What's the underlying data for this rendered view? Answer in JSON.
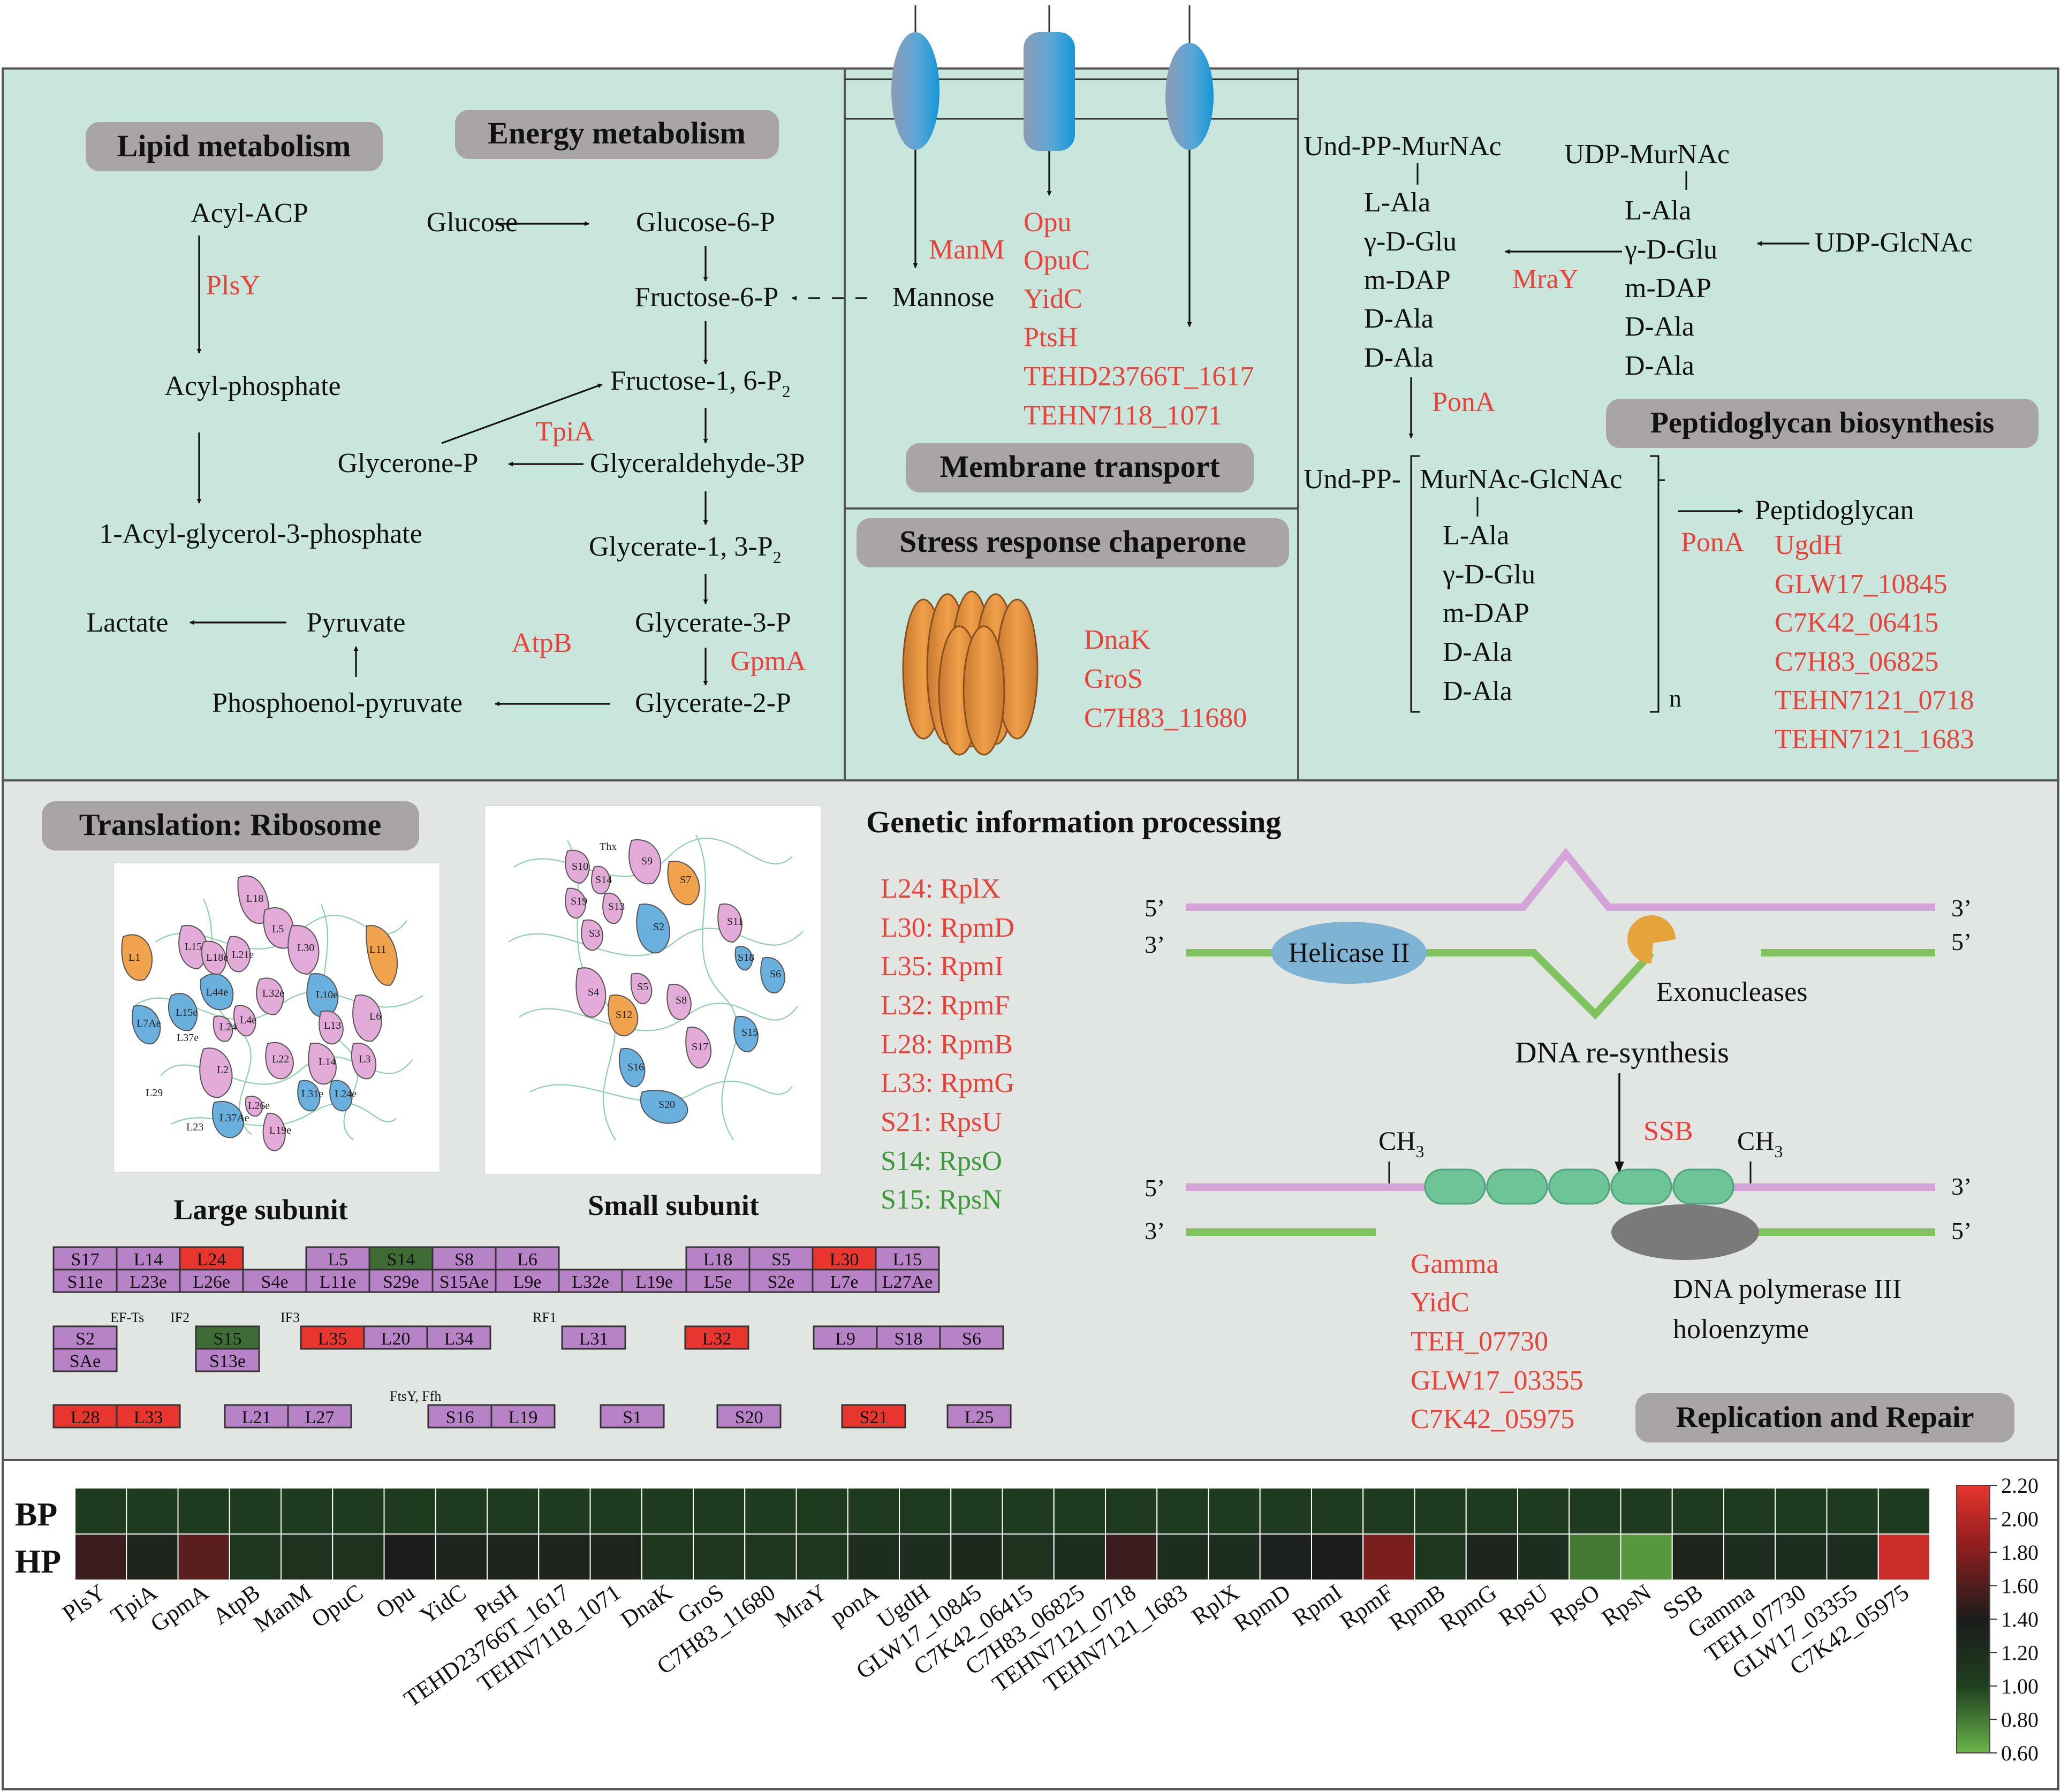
{
  "sections": {
    "lipid": "Lipid metabolism",
    "energy": "Energy metabolism",
    "membrane": "Membrane transport",
    "stress": "Stress response chaperone",
    "peptidoglycan": "Peptidoglycan biosynthesis",
    "translation": "Translation: Ribosome",
    "genetic": "Genetic information processing",
    "replication": "Replication and Repair"
  },
  "lipid": {
    "acyl_acp": "Acyl-ACP",
    "plsy": "PlsY",
    "acyl_phosphate": "Acyl-phosphate",
    "acylglycerol": "1-Acyl-glycerol-3-phosphate"
  },
  "energy": {
    "glucose": "Glucose",
    "g6p": "Glucose-6-P",
    "f6p": "Fructose-6-P",
    "mannose": "Mannose",
    "f16p": "Fructose-1, 6-P",
    "f16p_sub": "2",
    "glycerone": "Glycerone-P",
    "tpia": "TpiA",
    "gap": "Glyceraldehyde-3P",
    "g13p": "Glycerate-1, 3-P",
    "g13p_sub": "2",
    "g3p": "Glycerate-3-P",
    "gpma": "GpmA",
    "g2p": "Glycerate-2-P",
    "lactate": "Lactate",
    "pyruvate": "Pyruvate",
    "atpb": "AtpB",
    "pep": "Phosphoenol-pyruvate"
  },
  "membrane": {
    "manm": "ManM",
    "proteins": [
      "Opu",
      "OpuC",
      "YidC",
      "PtsH",
      "TEHD23766T_1617",
      "TEHN7118_1071"
    ]
  },
  "stress": {
    "proteins": [
      "DnaK",
      "GroS",
      "C7H83_11680"
    ]
  },
  "pg": {
    "und_murnac": "Und-PP-MurNAc",
    "udp_murnac": "UDP-MurNAc",
    "udp_glcnac": "UDP-GlcNAc",
    "chain1": [
      "L-Ala",
      "γ-D-Glu",
      "m-DAP",
      "D-Ala",
      "D-Ala"
    ],
    "chain2": [
      "L-Ala",
      "γ-D-Glu",
      "m-DAP",
      "D-Ala",
      "D-Ala"
    ],
    "chain3": [
      "L-Ala",
      "γ-D-Glu",
      "m-DAP",
      "D-Ala",
      "D-Ala"
    ],
    "mray": "MraY",
    "pona1": "PonA",
    "pona2": "PonA",
    "und_pp": "Und-PP-",
    "murnac_glcnac": "MurNAc-GlcNAc",
    "n": "n",
    "peptidoglycan": "Peptidoglycan",
    "proteins": [
      "UgdH",
      "GLW17_10845",
      "C7K42_06415",
      "C7H83_06825",
      "TEHN7121_0718",
      "TEHN7121_1683"
    ]
  },
  "ribosome": {
    "large_caption": "Large subunit",
    "small_caption": "Small subunit",
    "large_labels": [
      "L18",
      "L5",
      "L15",
      "L18e",
      "L21e",
      "L30",
      "L11",
      "L1",
      "L44e",
      "L32e",
      "L10e",
      "L15e",
      "L13",
      "L6",
      "L7Ae",
      "L37e",
      "L24",
      "L4e",
      "L22",
      "L14",
      "L3",
      "L2",
      "L29",
      "L26e",
      "L31e",
      "L24e",
      "L37Ae",
      "L23",
      "L19e"
    ],
    "small_labels": [
      "Thx",
      "S9",
      "S10",
      "S14",
      "S7",
      "S19",
      "S13",
      "S3",
      "S2",
      "S11",
      "S18",
      "S6",
      "S4",
      "S5",
      "S8",
      "S12",
      "S15",
      "S17",
      "S16",
      "S20"
    ],
    "legend": [
      {
        "protein": "L24: RplX",
        "color": "#e8423a"
      },
      {
        "protein": "L30: RpmD",
        "color": "#e8423a"
      },
      {
        "protein": "L35: RpmI",
        "color": "#e8423a"
      },
      {
        "protein": "L32: RpmF",
        "color": "#e8423a"
      },
      {
        "protein": "L28: RpmB",
        "color": "#e8423a"
      },
      {
        "protein": "L33: RpmG",
        "color": "#e8423a"
      },
      {
        "protein": "S21: RpsU",
        "color": "#e8423a"
      },
      {
        "protein": "S14: RpsO",
        "color": "#3a9a3a"
      },
      {
        "protein": "S15: RpsN",
        "color": "#3a9a3a"
      }
    ],
    "box_rows": [
      [
        "S17",
        "L14",
        "L24",
        "L5",
        "S14",
        "S8",
        "L6",
        "L18",
        "S5",
        "L30",
        "L15"
      ],
      [
        "S11e",
        "L23e",
        "L26e",
        "S4e",
        "L11e",
        "S29e",
        "S15Ae",
        "L9e",
        "L32e",
        "L19e",
        "L5e",
        "S2e",
        "L7e",
        "L27Ae"
      ],
      [
        "S2",
        "SAe",
        "S15",
        "S13e",
        "L35",
        "L20",
        "L34",
        "L31",
        "L32",
        "L9",
        "S18",
        "S6"
      ],
      [
        "L28",
        "L33",
        "L21",
        "L27",
        "S16",
        "L19",
        "S1",
        "S20",
        "S21",
        "L25"
      ]
    ],
    "factors": [
      "EF-Ts",
      "IF2",
      "IF3",
      "RF1",
      "FtsY, Ffh"
    ]
  },
  "replication": {
    "five_prime": "5’",
    "three_prime": "3’",
    "helicase": "Helicase II",
    "exonucleases": "Exonucleases",
    "resynthesis": "DNA re-synthesis",
    "ssb": "SSB",
    "ch3": "CH",
    "ch3_sub": "3",
    "polymerase_1": "DNA polymerase III",
    "polymerase_2": "holoenzyme",
    "proteins": [
      "Gamma",
      "YidC",
      "TEH_07730",
      "GLW17_03355",
      "C7K42_05975"
    ]
  },
  "chart_data": {
    "type": "heatmap",
    "rows": [
      "BP",
      "HP"
    ],
    "columns": [
      "PlsY",
      "TpiA",
      "GpmA",
      "AtpB",
      "ManM",
      "OpuC",
      "Opu",
      "YidC",
      "PtsH",
      "TEHD23766T_1617",
      "TEHN7118_1071",
      "DnaK",
      "GroS",
      "C7H83_11680",
      "MraY",
      "ponA",
      "UgdH",
      "GLW17_10845",
      "C7K42_06415",
      "C7H83_06825",
      "TEHN7121_0718",
      "TEHN7121_1683",
      "RplX",
      "RpmD",
      "RpmI",
      "RpmF",
      "RpmB",
      "RpmG",
      "RpsU",
      "RpsO",
      "RpsN",
      "SSB",
      "Gamma",
      "TEH_07730",
      "GLW17_03355",
      "C7K42_05975"
    ],
    "values": [
      [
        1.05,
        1.05,
        1.05,
        1.05,
        1.05,
        1.05,
        1.05,
        1.05,
        1.05,
        1.05,
        1.05,
        1.05,
        1.05,
        1.05,
        1.05,
        1.05,
        1.05,
        1.05,
        1.05,
        1.05,
        1.05,
        1.05,
        1.05,
        1.05,
        1.05,
        1.05,
        1.05,
        1.05,
        1.05,
        1.05,
        1.05,
        1.05,
        1.05,
        1.05,
        1.05,
        1.05
      ],
      [
        1.5,
        1.3,
        1.6,
        1.1,
        1.15,
        1.15,
        1.4,
        1.3,
        1.3,
        1.3,
        1.3,
        1.1,
        1.1,
        1.1,
        1.1,
        1.2,
        1.2,
        1.25,
        1.15,
        1.2,
        1.5,
        1.2,
        1.2,
        1.35,
        1.4,
        1.7,
        1.1,
        1.3,
        1.2,
        0.8,
        0.7,
        1.3,
        1.2,
        1.2,
        1.2,
        2.05
      ]
    ],
    "colorbar": {
      "ticks": [
        "2.20",
        "2.00",
        "1.80",
        "1.60",
        "1.40",
        "1.20",
        "1.00",
        "0.80",
        "0.60"
      ],
      "range": [
        0.6,
        2.2
      ]
    }
  }
}
